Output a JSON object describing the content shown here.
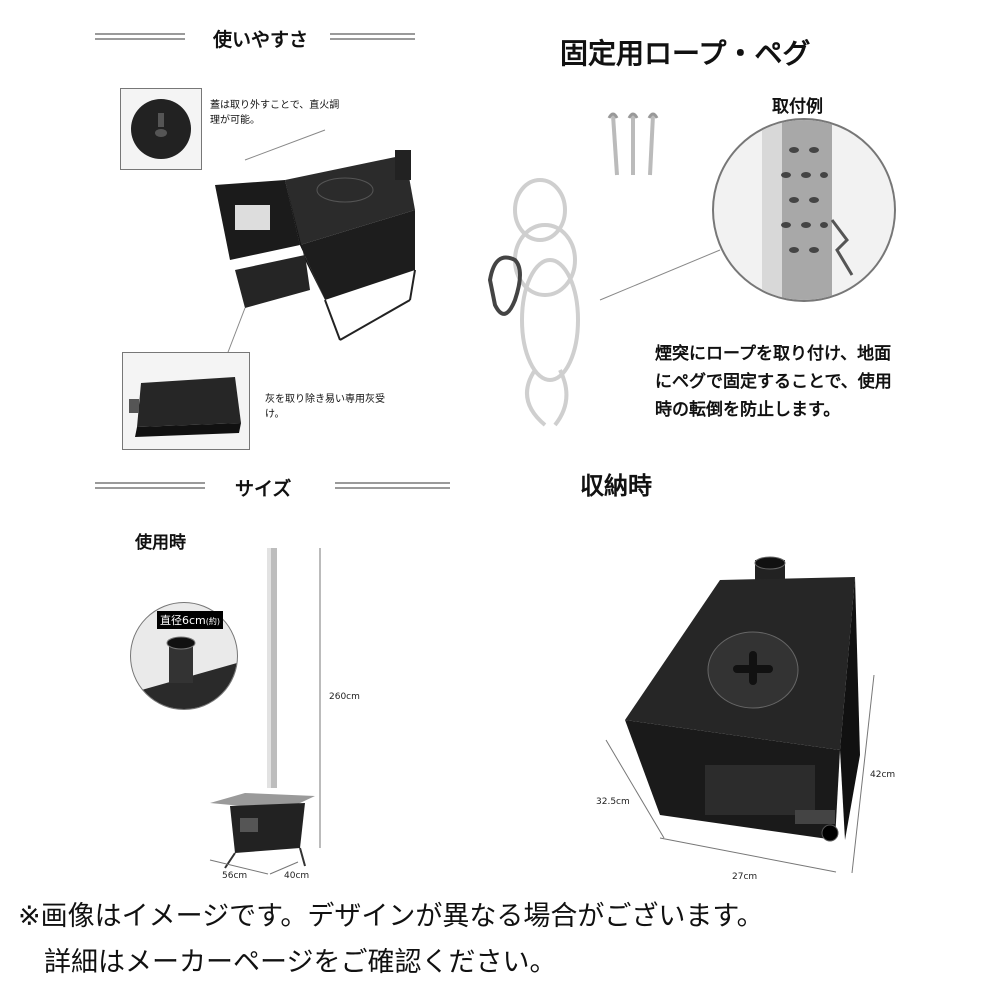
{
  "usability": {
    "title": "使いやすさ",
    "lid_note": "蓋は取り外すことで、直火調理が可能。",
    "ash_note": "灰を取り除き易い専用灰受け。"
  },
  "rope_peg": {
    "title": "固定用ロープ・ペグ",
    "example_label": "取付例",
    "description_lines": [
      "煙突にロープを取り付け、地面",
      "にペグで固定することで、使用",
      "時の転倒を防止します。"
    ]
  },
  "size": {
    "title": "サイズ",
    "in_use_label": "使用時",
    "diameter_label": "直径6cm",
    "diameter_suffix": "(約)",
    "height_dim": "260cm",
    "width_dim": "56cm",
    "depth_dim": "40cm"
  },
  "storage": {
    "title": "収納時",
    "depth_dim": "32.5cm",
    "width_dim": "27cm",
    "height_dim": "42cm"
  },
  "footer": {
    "line1": "※画像はイメージです。デザインが異なる場合がございます。",
    "line2": "詳細はメーカーページをご確認ください。"
  }
}
